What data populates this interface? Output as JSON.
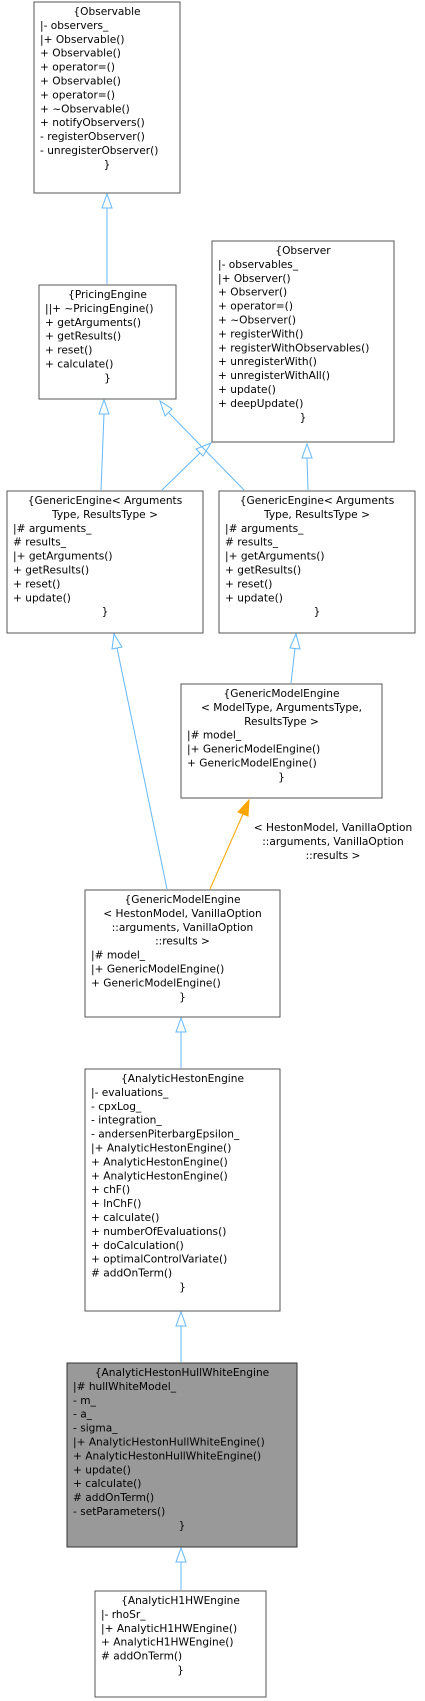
{
  "classes": [
    {
      "id": "observable",
      "title": "{Observable",
      "members": [
        "|- observers_",
        "|+ Observable()",
        "+ Observable()",
        "+ operator=()",
        "+ Observable()",
        "+ operator=()",
        "+ ~Observable()",
        "+ notifyObservers()",
        "- registerObserver()",
        "- unregisterObserver()"
      ],
      "footer": "}",
      "highlight": false
    },
    {
      "id": "observer",
      "title": "{Observer",
      "members": [
        "|- observables_",
        "|+ Observer()",
        "+ Observer()",
        "+ operator=()",
        "+ ~Observer()",
        "+ registerWith()",
        "+ registerWithObservables()",
        "+ unregisterWith()",
        "+ unregisterWithAll()",
        "+ update()",
        "+ deepUpdate()"
      ],
      "footer": "}",
      "highlight": false
    },
    {
      "id": "pricingengine",
      "title": "{PricingEngine",
      "members": [
        "||+ ~PricingEngine()",
        "+ getArguments()",
        "+ getResults()",
        "+ reset()",
        "+ calculate()"
      ],
      "footer": "}",
      "highlight": false
    },
    {
      "id": "genericengine1",
      "title": "{GenericEngine< Arguments",
      "title2": "Type, ResultsType >",
      "members": [
        "|# arguments_",
        "# results_",
        "|+ getArguments()",
        "+ getResults()",
        "+ reset()",
        "+ update()"
      ],
      "footer": "}",
      "highlight": false
    },
    {
      "id": "genericengine2",
      "title": "{GenericEngine< Arguments",
      "title2": "Type, ResultsType >",
      "members": [
        "|# arguments_",
        "# results_",
        "|+ getArguments()",
        "+ getResults()",
        "+ reset()",
        "+ update()"
      ],
      "footer": "}",
      "highlight": false
    },
    {
      "id": "genericmodelengine_t",
      "title": "{GenericModelEngine",
      "title2": "< ModelType, ArgumentsType,",
      "title3": "ResultsType >",
      "members": [
        "|# model_",
        "|+ GenericModelEngine()",
        "+ GenericModelEngine()"
      ],
      "footer": "}",
      "highlight": false
    },
    {
      "id": "genericmodelengine_h",
      "title": "{GenericModelEngine",
      "title2": "< HestonModel, VanillaOption",
      "title3": "::arguments, VanillaOption",
      "title4": "::results >",
      "members": [
        "|# model_",
        "|+ GenericModelEngine()",
        "+ GenericModelEngine()"
      ],
      "footer": "}",
      "highlight": false
    },
    {
      "id": "analyticheston",
      "title": "{AnalyticHestonEngine",
      "members": [
        "|- evaluations_",
        "- cpxLog_",
        "- integration_",
        "- andersenPiterbargEpsilon_",
        "|+ AnalyticHestonEngine()",
        "+ AnalyticHestonEngine()",
        "+ AnalyticHestonEngine()",
        "+ chF()",
        "+ lnChF()",
        "+ calculate()",
        "+ numberOfEvaluations()",
        "+ doCalculation()",
        "+ optimalControlVariate()",
        "# addOnTerm()"
      ],
      "footer": "}",
      "highlight": false
    },
    {
      "id": "hestonhullwhite",
      "title": "{AnalyticHestonHullWhiteEngine",
      "members": [
        "|# hullWhiteModel_",
        "- m_",
        "- a_",
        "- sigma_",
        "|+ AnalyticHestonHullWhiteEngine()",
        "+ AnalyticHestonHullWhiteEngine()",
        "+ update()",
        "+ calculate()",
        "# addOnTerm()",
        "- setParameters()"
      ],
      "footer": "}",
      "highlight": true
    },
    {
      "id": "h1hw",
      "title": "{AnalyticH1HWEngine",
      "members": [
        "|- rhoSr_",
        "|+ AnalyticH1HWEngine()",
        "+ AnalyticH1HWEngine()",
        "# addOnTerm()"
      ],
      "footer": "}",
      "highlight": false
    }
  ],
  "template_label": [
    "< HestonModel, VanillaOption",
    "::arguments, VanillaOption",
    "::results >"
  ],
  "colors": {
    "inheritance": "#63B8FF",
    "template": "#FFA500",
    "highlight_fill": "#999999"
  }
}
